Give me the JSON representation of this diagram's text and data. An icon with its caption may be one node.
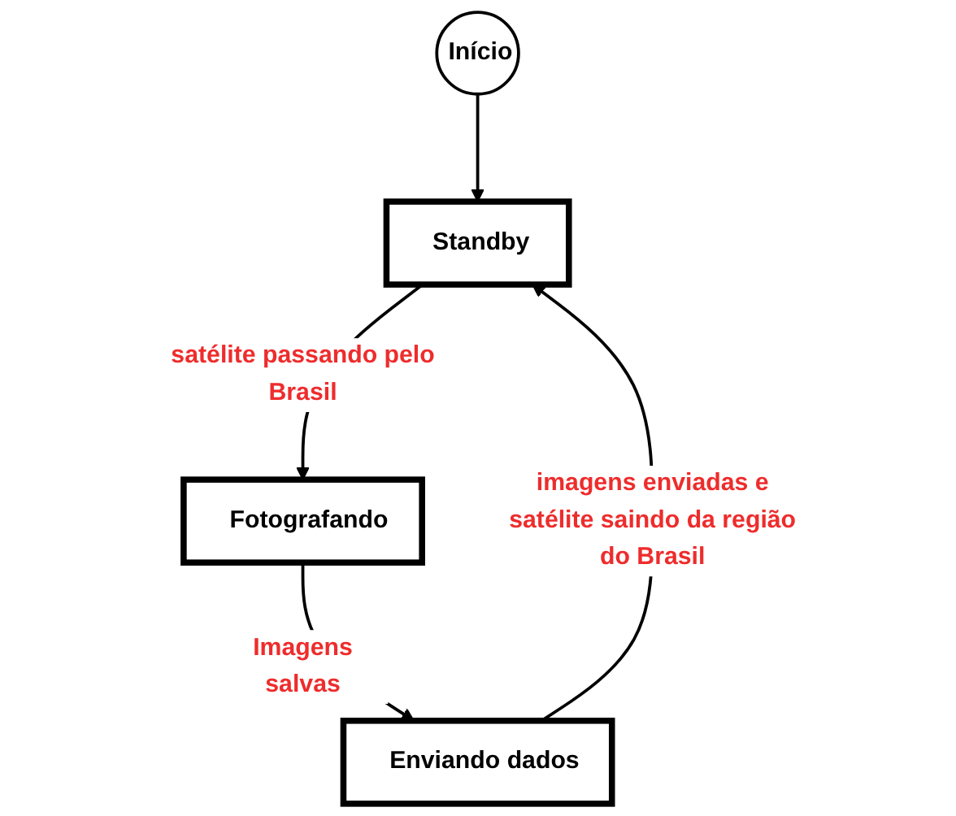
{
  "diagram": {
    "nodes": [
      {
        "text": [
          "Início"
        ]
      },
      {
        "text": [
          "Standby"
        ]
      },
      {
        "text": [
          "Fotografando"
        ]
      },
      {
        "text": [
          "Enviando dados"
        ]
      }
    ],
    "edges": [
      {
        "from": 0,
        "to": 1,
        "arrow": "to"
      },
      {
        "from": 1,
        "to": 2,
        "arrow": "to",
        "label": "satélite passando pelo Brasil"
      },
      {
        "from": 2,
        "to": 3,
        "arrow": "to",
        "label": "Imagens salvas"
      },
      {
        "from": 3,
        "to": 1,
        "arrow": "to",
        "label": "imagens enviadas e satélite saindo da região do Brasil"
      }
    ]
  }
}
